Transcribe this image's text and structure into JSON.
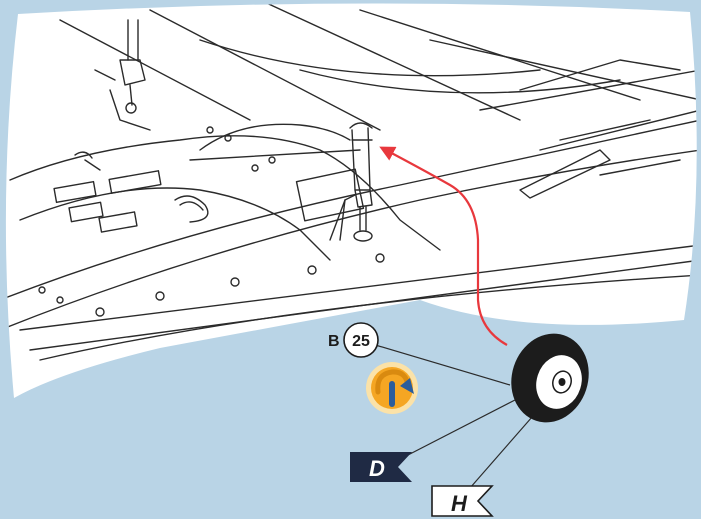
{
  "colors": {
    "background": "#b9d4e6",
    "panel": "#ffffff",
    "line": "#2b2b2b",
    "arrow": "#e8383d",
    "step_icon_fill": "#f5a623",
    "step_icon_ring": "#fbe2a8",
    "step_icon_arrow": "#2b5d9c"
  },
  "parts": {
    "sprue_letter": "B",
    "part_number": "25"
  },
  "flags": {
    "paint_d": "D",
    "paint_h": "H"
  },
  "icons": {
    "step_icon": "rotate-arrow-icon"
  }
}
